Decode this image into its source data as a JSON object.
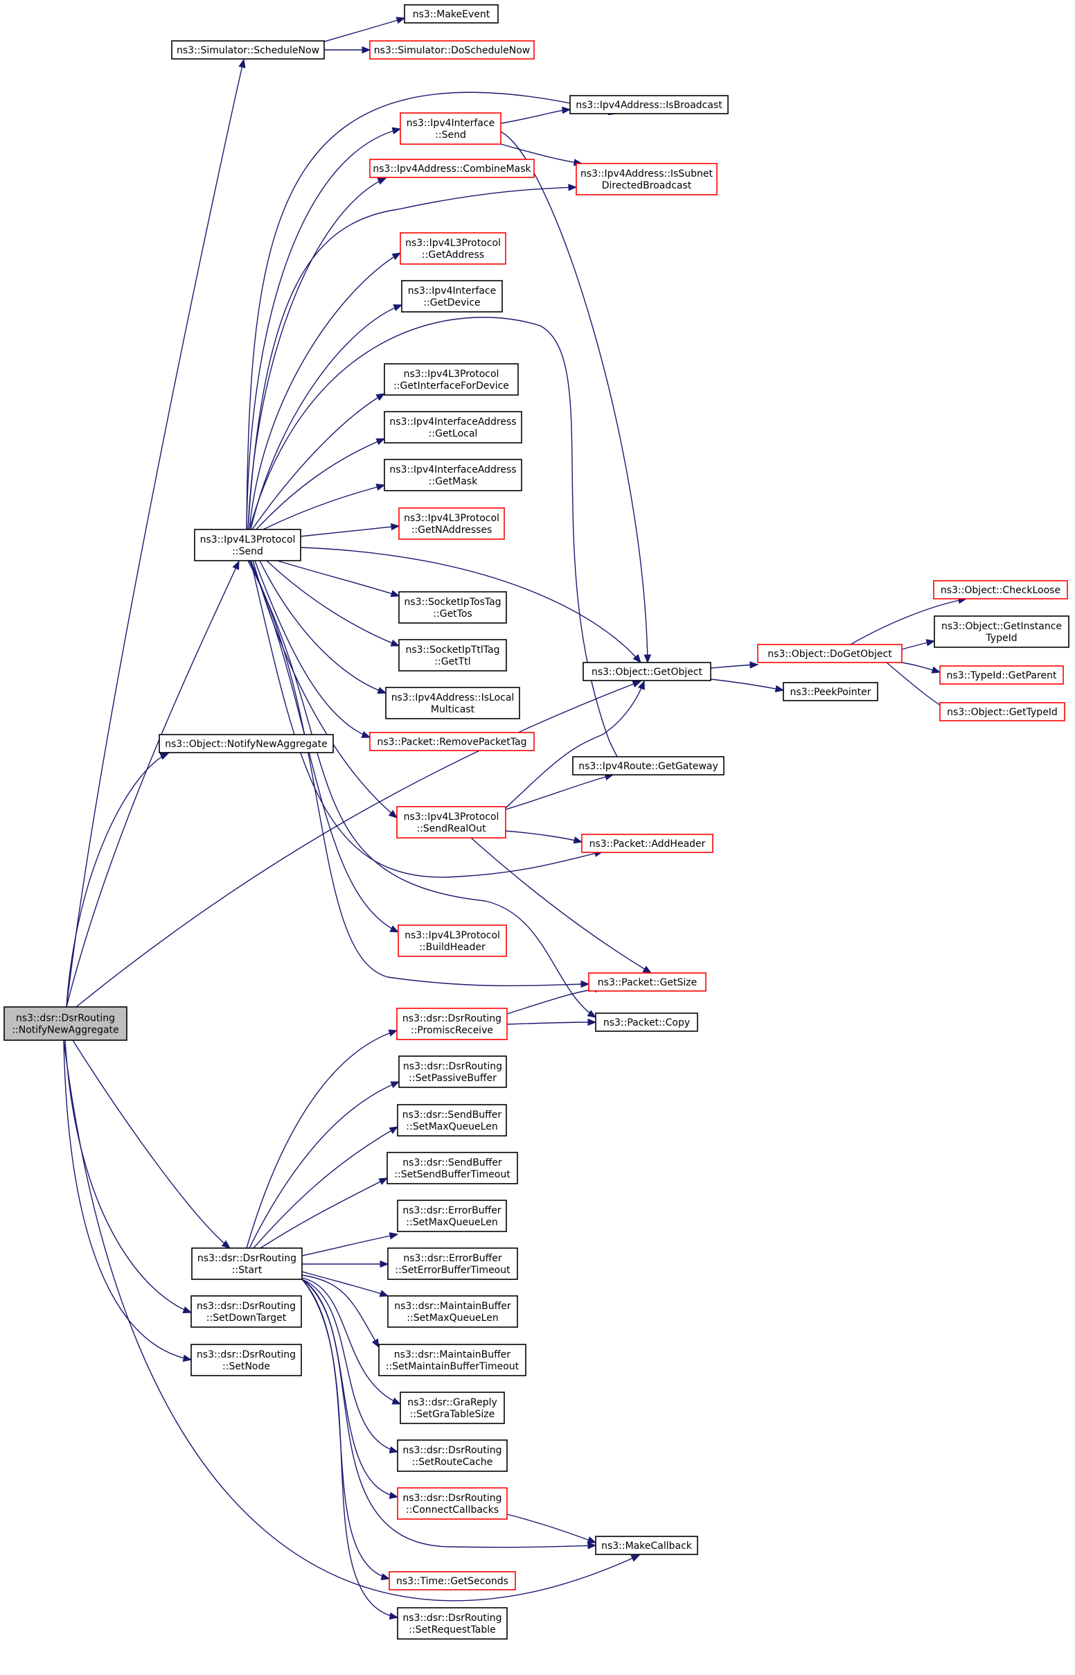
{
  "graph": {
    "nodes": [
      {
        "id": "root",
        "lines": [
          "ns3::dsr::DsrRouting",
          "::NotifyNewAggregate"
        ],
        "style": "root"
      },
      {
        "id": "schednow",
        "lines": [
          "ns3::Simulator::ScheduleNow"
        ],
        "style": "black"
      },
      {
        "id": "makeevent",
        "lines": [
          "ns3::MakeEvent"
        ],
        "style": "black"
      },
      {
        "id": "doschednow",
        "lines": [
          "ns3::Simulator::DoScheduleNow"
        ],
        "style": "red"
      },
      {
        "id": "isbroadcast",
        "lines": [
          "ns3::Ipv4Address::IsBroadcast"
        ],
        "style": "black"
      },
      {
        "id": "ifsend",
        "lines": [
          "ns3::Ipv4Interface",
          "::Send"
        ],
        "style": "red"
      },
      {
        "id": "combinemask",
        "lines": [
          "ns3::Ipv4Address::CombineMask"
        ],
        "style": "red"
      },
      {
        "id": "issubnet",
        "lines": [
          "ns3::Ipv4Address::IsSubnet",
          "DirectedBroadcast"
        ],
        "style": "red"
      },
      {
        "id": "getaddress",
        "lines": [
          "ns3::Ipv4L3Protocol",
          "::GetAddress"
        ],
        "style": "red"
      },
      {
        "id": "getdevice",
        "lines": [
          "ns3::Ipv4Interface",
          "::GetDevice"
        ],
        "style": "black"
      },
      {
        "id": "getiffordev",
        "lines": [
          "ns3::Ipv4L3Protocol",
          "::GetInterfaceForDevice"
        ],
        "style": "black"
      },
      {
        "id": "getlocal",
        "lines": [
          "ns3::Ipv4InterfaceAddress",
          "::GetLocal"
        ],
        "style": "black"
      },
      {
        "id": "getmask",
        "lines": [
          "ns3::Ipv4InterfaceAddress",
          "::GetMask"
        ],
        "style": "black"
      },
      {
        "id": "getnaddr",
        "lines": [
          "ns3::Ipv4L3Protocol",
          "::GetNAddresses"
        ],
        "style": "red"
      },
      {
        "id": "l3send",
        "lines": [
          "ns3::Ipv4L3Protocol",
          "::Send"
        ],
        "style": "black"
      },
      {
        "id": "gettos",
        "lines": [
          "ns3::SocketIpTosTag",
          "::GetTos"
        ],
        "style": "black"
      },
      {
        "id": "getttl",
        "lines": [
          "ns3::SocketIpTtlTag",
          "::GetTtl"
        ],
        "style": "black"
      },
      {
        "id": "islocalmc",
        "lines": [
          "ns3::Ipv4Address::IsLocal",
          "Multicast"
        ],
        "style": "black"
      },
      {
        "id": "removetag",
        "lines": [
          "ns3::Packet::RemovePacketTag"
        ],
        "style": "red"
      },
      {
        "id": "getobject",
        "lines": [
          "ns3::Object::GetObject"
        ],
        "style": "black"
      },
      {
        "id": "dogetobject",
        "lines": [
          "ns3::Object::DoGetObject"
        ],
        "style": "red"
      },
      {
        "id": "checkloose",
        "lines": [
          "ns3::Object::CheckLoose"
        ],
        "style": "red"
      },
      {
        "id": "getinsttid",
        "lines": [
          "ns3::Object::GetInstance",
          "TypeId"
        ],
        "style": "black"
      },
      {
        "id": "getparent",
        "lines": [
          "ns3::TypeId::GetParent"
        ],
        "style": "red"
      },
      {
        "id": "gettypeid",
        "lines": [
          "ns3::Object::GetTypeId"
        ],
        "style": "red"
      },
      {
        "id": "peekpointer",
        "lines": [
          "ns3::PeekPointer"
        ],
        "style": "black"
      },
      {
        "id": "notifyagg",
        "lines": [
          "ns3::Object::NotifyNewAggregate"
        ],
        "style": "black"
      },
      {
        "id": "getgateway",
        "lines": [
          "ns3::Ipv4Route::GetGateway"
        ],
        "style": "black"
      },
      {
        "id": "sendrealout",
        "lines": [
          "ns3::Ipv4L3Protocol",
          "::SendRealOut"
        ],
        "style": "red"
      },
      {
        "id": "addheader",
        "lines": [
          "ns3::Packet::AddHeader"
        ],
        "style": "red"
      },
      {
        "id": "buildheader",
        "lines": [
          "ns3::Ipv4L3Protocol",
          "::BuildHeader"
        ],
        "style": "red"
      },
      {
        "id": "getsize",
        "lines": [
          "ns3::Packet::GetSize"
        ],
        "style": "red"
      },
      {
        "id": "promisc",
        "lines": [
          "ns3::dsr::DsrRouting",
          "::PromiscReceive"
        ],
        "style": "red"
      },
      {
        "id": "copy",
        "lines": [
          "ns3::Packet::Copy"
        ],
        "style": "black"
      },
      {
        "id": "setpassive",
        "lines": [
          "ns3::dsr::DsrRouting",
          "::SetPassiveBuffer"
        ],
        "style": "black"
      },
      {
        "id": "sbmaxq",
        "lines": [
          "ns3::dsr::SendBuffer",
          "::SetMaxQueueLen"
        ],
        "style": "black"
      },
      {
        "id": "sbtimeout",
        "lines": [
          "ns3::dsr::SendBuffer",
          "::SetSendBufferTimeout"
        ],
        "style": "black"
      },
      {
        "id": "ebmaxq",
        "lines": [
          "ns3::dsr::ErrorBuffer",
          "::SetMaxQueueLen"
        ],
        "style": "black"
      },
      {
        "id": "ebtimeout",
        "lines": [
          "ns3::dsr::ErrorBuffer",
          "::SetErrorBufferTimeout"
        ],
        "style": "black"
      },
      {
        "id": "start",
        "lines": [
          "ns3::dsr::DsrRouting",
          "::Start"
        ],
        "style": "black"
      },
      {
        "id": "mbmaxq",
        "lines": [
          "ns3::dsr::MaintainBuffer",
          "::SetMaxQueueLen"
        ],
        "style": "black"
      },
      {
        "id": "mbtimeout",
        "lines": [
          "ns3::dsr::MaintainBuffer",
          "::SetMaintainBufferTimeout"
        ],
        "style": "black"
      },
      {
        "id": "setdown",
        "lines": [
          "ns3::dsr::DsrRouting",
          "::SetDownTarget"
        ],
        "style": "black"
      },
      {
        "id": "setnode",
        "lines": [
          "ns3::dsr::DsrRouting",
          "::SetNode"
        ],
        "style": "black"
      },
      {
        "id": "gratable",
        "lines": [
          "ns3::dsr::GraReply",
          "::SetGraTableSize"
        ],
        "style": "black"
      },
      {
        "id": "routecache",
        "lines": [
          "ns3::dsr::DsrRouting",
          "::SetRouteCache"
        ],
        "style": "black"
      },
      {
        "id": "connectcb",
        "lines": [
          "ns3::dsr::DsrRouting",
          "::ConnectCallbacks"
        ],
        "style": "red"
      },
      {
        "id": "makecallback",
        "lines": [
          "ns3::MakeCallback"
        ],
        "style": "black"
      },
      {
        "id": "getseconds",
        "lines": [
          "ns3::Time::GetSeconds"
        ],
        "style": "red"
      },
      {
        "id": "setreqtable",
        "lines": [
          "ns3::dsr::DsrRouting",
          "::SetRequestTable"
        ],
        "style": "black"
      }
    ]
  }
}
